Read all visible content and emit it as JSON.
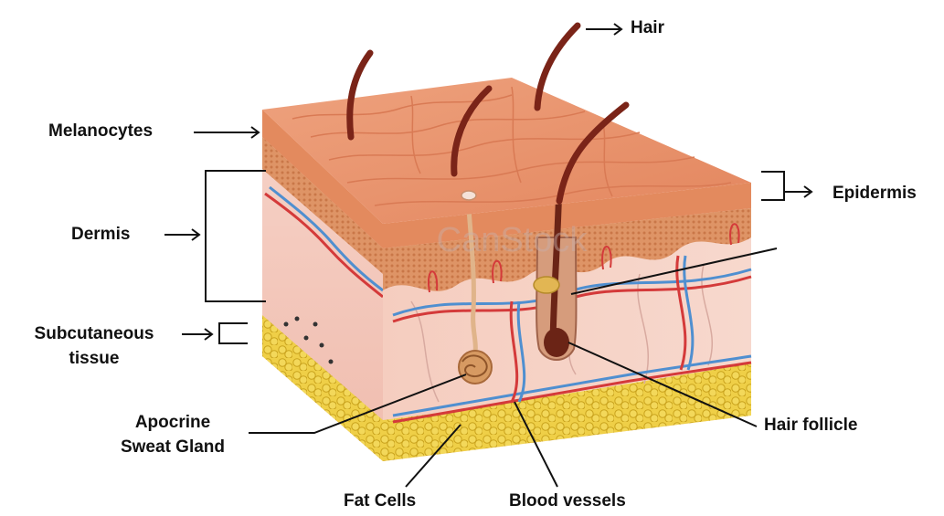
{
  "labels": {
    "hair": "Hair",
    "melanocytes": "Melanocytes",
    "epidermis": "Epidermis",
    "dermis": "Dermis",
    "subcutaneous_line1": "Subcutaneous",
    "subcutaneous_line2": "tissue",
    "apocrine_line1": "Apocrine",
    "apocrine_line2": "Sweat Gland",
    "hair_follicle": "Hair follicle",
    "fat_cells": "Fat  Cells",
    "blood_vessels": "Blood vessels"
  },
  "colors": {
    "epidermis_top": "#e7906a",
    "epidermis_layer": "#d9804f",
    "dermis": "#f3c4b8",
    "fat": "#e9c633",
    "fat_dark": "#c9a21c",
    "artery": "#d43a3a",
    "vein": "#4f8fd0",
    "hair": "#7a2418",
    "line": "#111111"
  }
}
